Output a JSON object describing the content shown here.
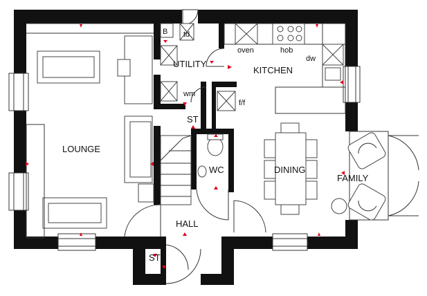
{
  "rooms": {
    "lounge": "LOUNGE",
    "utility": "UTILITY",
    "kitchen": "KITCHEN",
    "store_upper": "ST",
    "wc": "WC",
    "dining": "DINING",
    "family": "FAMILY",
    "hall": "HALL",
    "store_lower": "ST"
  },
  "fixtures": {
    "boiler": "B",
    "tumble_dryer": "td",
    "washing_machine": "wm",
    "oven": "oven",
    "hob": "hob",
    "dishwasher": "dw",
    "fridge_freezer": "f/f"
  },
  "colors": {
    "wall": "#111111",
    "marker": "#e0001b",
    "fixture_box": "#444444"
  }
}
